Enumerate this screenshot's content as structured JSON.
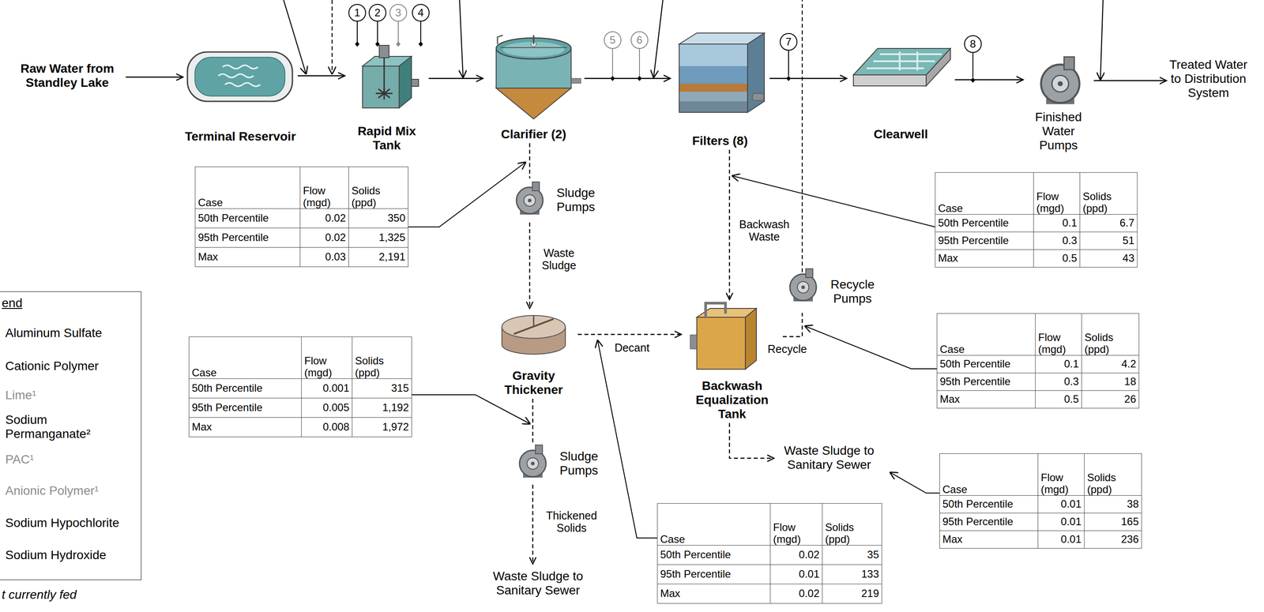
{
  "diagram": {
    "nodes": [
      {
        "text": [
          "Raw Water from Standley Lake"
        ]
      },
      {
        "text": [
          "Terminal Reservoir"
        ]
      },
      {
        "text": [
          "Rapid Mix Tank"
        ]
      },
      {
        "text": [
          "Clarifier (2)"
        ]
      },
      {
        "text": [
          "Filters (8)"
        ]
      },
      {
        "text": [
          "Clearwell"
        ]
      },
      {
        "text": [
          "Finished Water Pumps"
        ]
      },
      {
        "text": [
          "Treated Water to Distribution System"
        ]
      },
      {
        "text": [
          "Sludge Pumps"
        ]
      },
      {
        "text": [
          "Gravity Thickener"
        ]
      },
      {
        "text": [
          "Backwash Equalization Tank"
        ]
      },
      {
        "text": [
          "Recycle Pumps"
        ]
      },
      {
        "text": [
          "Waste Sludge to Sanitary Sewer"
        ]
      },
      {
        "text": [
          "Sludge Pumps"
        ]
      },
      {
        "text": [
          "Waste Sludge to Sanitary Sewer"
        ]
      }
    ],
    "edges": [
      {
        "from": 0,
        "to": 1,
        "arrow": "to"
      },
      {
        "from": 1,
        "to": 2,
        "arrow": "to"
      },
      {
        "from": 2,
        "to": 3,
        "arrow": "to"
      },
      {
        "from": 3,
        "to": 4,
        "arrow": "to"
      },
      {
        "from": 4,
        "to": 5,
        "arrow": "to"
      },
      {
        "from": 5,
        "to": 6,
        "arrow": "to"
      },
      {
        "from": 6,
        "to": 7,
        "arrow": "to"
      },
      {
        "from": 3,
        "to": 8,
        "arrow": "none"
      },
      {
        "from": 8,
        "to": 9,
        "arrow": "to",
        "label": "Waste Sludge"
      },
      {
        "from": 9,
        "to": 13,
        "arrow": "none"
      },
      {
        "from": 13,
        "to": 14,
        "arrow": "to",
        "label": "Thickened Solids"
      },
      {
        "from": 9,
        "to": 10,
        "arrow": "to",
        "label": "Decant"
      },
      {
        "from": 4,
        "to": 10,
        "arrow": "to",
        "label": "Backwash Waste"
      },
      {
        "from": 10,
        "to": 11,
        "arrow": "none",
        "label": "Recycle"
      },
      {
        "from": 10,
        "to": 12,
        "arrow": "to"
      }
    ],
    "labels": [
      "1",
      "2",
      "3",
      "4",
      "5",
      "6",
      "7",
      "8",
      "end",
      "t currently fed",
      "Case",
      "Flow (mgd)",
      "Solids (ppd)",
      "50th Percentile",
      "0.02",
      "350",
      "95th Percentile",
      "0.02",
      "1,325",
      "Max",
      "0.03",
      "2,191",
      "Case",
      "Flow (mgd)",
      "Solids (ppd)",
      "50th Percentile",
      "0.001",
      "315",
      "95th Percentile",
      "0.005",
      "1,192",
      "Max",
      "0.008",
      "1,972",
      "Case",
      "Flow (mgd)",
      "Solids (ppd)",
      "50th Percentile",
      "0.02",
      "35",
      "95th Percentile",
      "0.01",
      "133",
      "Max",
      "0.02",
      "219",
      "Case",
      "Flow (mgd)",
      "Solids (ppd)",
      "50th Percentile",
      "0.1",
      "6.7",
      "95th Percentile",
      "0.3",
      "51",
      "Max",
      "0.5",
      "43",
      "Case",
      "Flow (mgd)",
      "Solids (ppd)",
      "50th Percentile",
      "0.1",
      "4.2",
      "95th Percentile",
      "0.3",
      "18",
      "Max",
      "0.5",
      "26",
      "Case",
      "Flow (mgd)",
      "Solids (ppd)",
      "50th Percentile",
      "0.01",
      "38",
      "95th Percentile",
      "0.01",
      "165",
      "Max",
      "0.01",
      "236"
    ],
    "legend": [
      {
        "text": "Aluminum Sulfate"
      },
      {
        "text": "Cationic Polymer"
      },
      {
        "text": "Lime¹"
      },
      {
        "text": "Sodium Permanganate²"
      },
      {
        "text": "PAC¹"
      },
      {
        "text": "Anionic Polymer¹"
      },
      {
        "text": "Sodium Hypochlorite"
      },
      {
        "text": "Sodium Hydroxide"
      }
    ]
  }
}
